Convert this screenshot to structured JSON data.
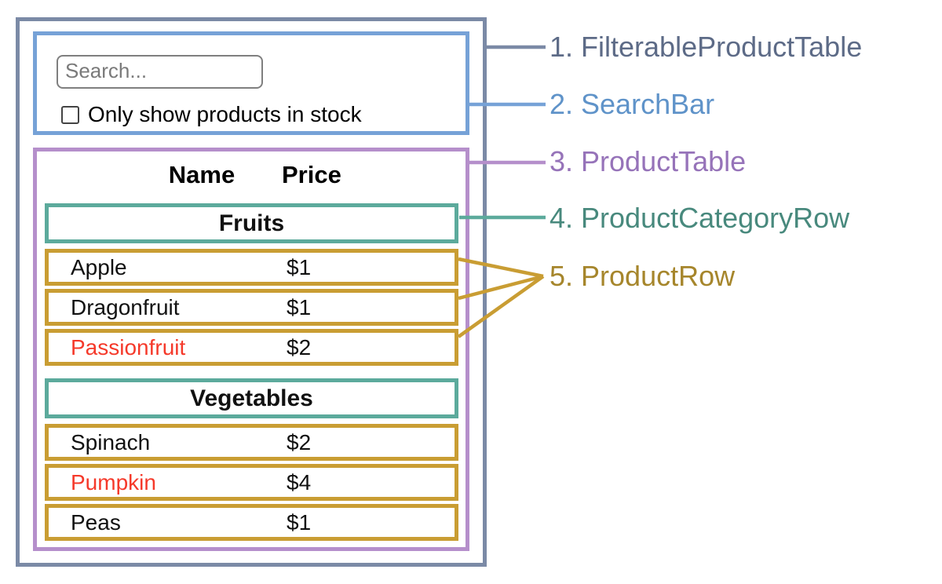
{
  "search_bar": {
    "placeholder": "Search...",
    "checkbox_label": "Only show products in stock",
    "checkbox_checked": false
  },
  "table": {
    "columns": [
      "Name",
      "Price"
    ],
    "sections": [
      {
        "category": "Fruits",
        "rows": [
          {
            "name": "Apple",
            "price": "$1",
            "red": false
          },
          {
            "name": "Dragonfruit",
            "price": "$1",
            "red": false
          },
          {
            "name": "Passionfruit",
            "price": "$2",
            "red": true
          }
        ]
      },
      {
        "category": "Vegetables",
        "rows": [
          {
            "name": "Spinach",
            "price": "$2",
            "red": false
          },
          {
            "name": "Pumpkin",
            "price": "$4",
            "red": true
          },
          {
            "name": "Peas",
            "price": "$1",
            "red": false
          }
        ]
      }
    ]
  },
  "legend": {
    "items": [
      {
        "label": "1. FilterableProductTable",
        "color": "#5d6b87"
      },
      {
        "label": "2. SearchBar",
        "color": "#5f93c9"
      },
      {
        "label": "3. ProductTable",
        "color": "#9673b9"
      },
      {
        "label": "4. ProductCategoryRow",
        "color": "#48897d"
      },
      {
        "label": "5. ProductRow",
        "color": "#a6862c"
      }
    ]
  },
  "colors": {
    "filterable_product_table_border": "#7b8aa6",
    "search_bar_border": "#76a2d7",
    "product_table_border": "#b58fcb",
    "product_category_row_border": "#5caa9c",
    "product_row_border": "#c99d33",
    "red_product_text": "#f5392a"
  }
}
